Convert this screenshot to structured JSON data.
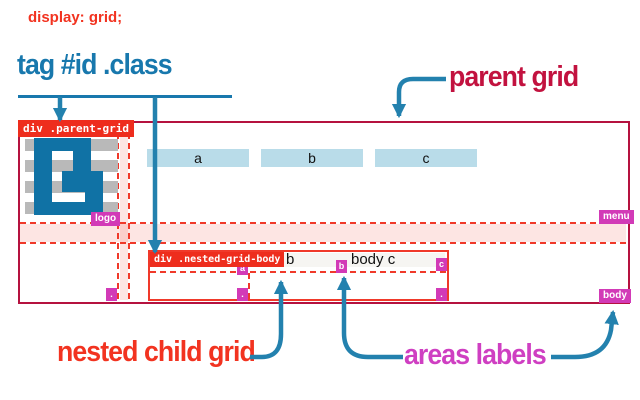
{
  "note": "display: grid;",
  "headings": {
    "selector": "tag #id .class",
    "parent": "parent grid",
    "nested": "nested child grid",
    "areas": "areas labels"
  },
  "parent_grid": {
    "tag_label": "div .parent-grid",
    "items": {
      "a": "a",
      "b": "b",
      "c": "c"
    },
    "area_labels": {
      "logo": "logo",
      "menu": "menu",
      "body": "body",
      "dot": "."
    }
  },
  "nested_grid": {
    "tag_label": "div .nested-grid-body",
    "content_b": "b",
    "content_body_c": "body c",
    "area_labels": {
      "a": "a",
      "b": "b",
      "c": "c",
      "dot1": ".",
      "dot2": "."
    }
  },
  "colors": {
    "accent_blue": "#2381ae",
    "heading_blue": "#1878ad",
    "crimson_border": "#b5123f",
    "crimson_text": "#c2123f",
    "bright_red": "#f23320",
    "label_red": "#ee2d1d",
    "magenta": "#d23ab7",
    "magenta_text": "#cf3fc2",
    "item_blue": "#b9dce9",
    "logo_blue": "#1072a5",
    "logo_gray": "#b9b9b9"
  }
}
